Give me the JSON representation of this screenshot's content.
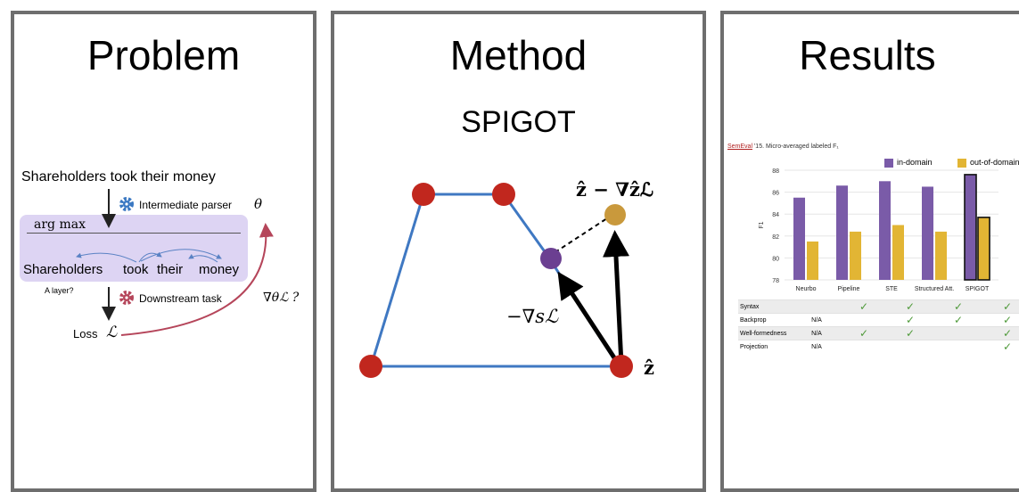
{
  "panels": {
    "problem": {
      "title": "Problem"
    },
    "method": {
      "title": "Method",
      "subtitle": "SPIGOT"
    },
    "results": {
      "title": "Results"
    }
  },
  "problem": {
    "sentence": "Shareholders took their money",
    "parser_label": "Intermediate parser",
    "parser_symbol": "θ",
    "argmax": "arg max",
    "parsed_words": [
      "Shareholders",
      "took",
      "their",
      "money"
    ],
    "layer_label": "A layer?",
    "downstream_label": "Downstream task",
    "loss_label": "Loss",
    "loss_symbol": "ℒ",
    "gradient_label": "∇θℒ ?",
    "colors": {
      "box": "#ddd4f3",
      "gear": "#3a78c2",
      "gear_down": "#b5455a",
      "grad_arrow": "#b5455a",
      "arc": "#5a82c4"
    }
  },
  "method": {
    "label_zhat_grad": "ẑ − ∇ẑℒ",
    "label_grad_s": "−∇sℒ",
    "label_zhat": "ẑ",
    "colors": {
      "polygon": "#3f78c2",
      "vertex": "#c1271e",
      "point_purple": "#6b3f91",
      "point_gold": "#c9993c"
    }
  },
  "results": {
    "caption_link": "SemEval",
    "caption_rest": " '15. Micro-averaged labeled F₁",
    "legend": [
      "in-domain",
      "out-of-domain"
    ]
  },
  "chart_data": {
    "type": "bar",
    "title": "SemEval '15. Micro-averaged labeled F₁",
    "categories": [
      "Neurbo",
      "Pipeline",
      "STE",
      "Structured Att.",
      "SPIGOT"
    ],
    "series": [
      {
        "name": "in-domain",
        "values": [
          85.5,
          86.6,
          87.0,
          86.5,
          87.6
        ],
        "color": "#7a5ba8"
      },
      {
        "name": "out-of-domain",
        "values": [
          81.5,
          82.4,
          83.0,
          82.4,
          83.7
        ],
        "color": "#e2b534"
      }
    ],
    "ylabel": "F1",
    "ylim": [
      78,
      88
    ],
    "yticks": [
      78,
      80,
      82,
      84,
      86,
      88
    ],
    "highlight_category": "SPIGOT",
    "legend_position": "top-right"
  },
  "feature_table": {
    "rows": [
      {
        "label": "Syntax",
        "cells": [
          "",
          "✓",
          "✓",
          "✓",
          "✓"
        ]
      },
      {
        "label": "Backprop",
        "cells": [
          "N/A",
          "",
          "✓",
          "✓",
          "✓"
        ]
      },
      {
        "label": "Well-formedness",
        "cells": [
          "N/A",
          "✓",
          "✓",
          "",
          "✓"
        ]
      },
      {
        "label": "Projection",
        "cells": [
          "N/A",
          "",
          "",
          "",
          "✓"
        ]
      }
    ],
    "check_color": "#4f9a3a"
  }
}
